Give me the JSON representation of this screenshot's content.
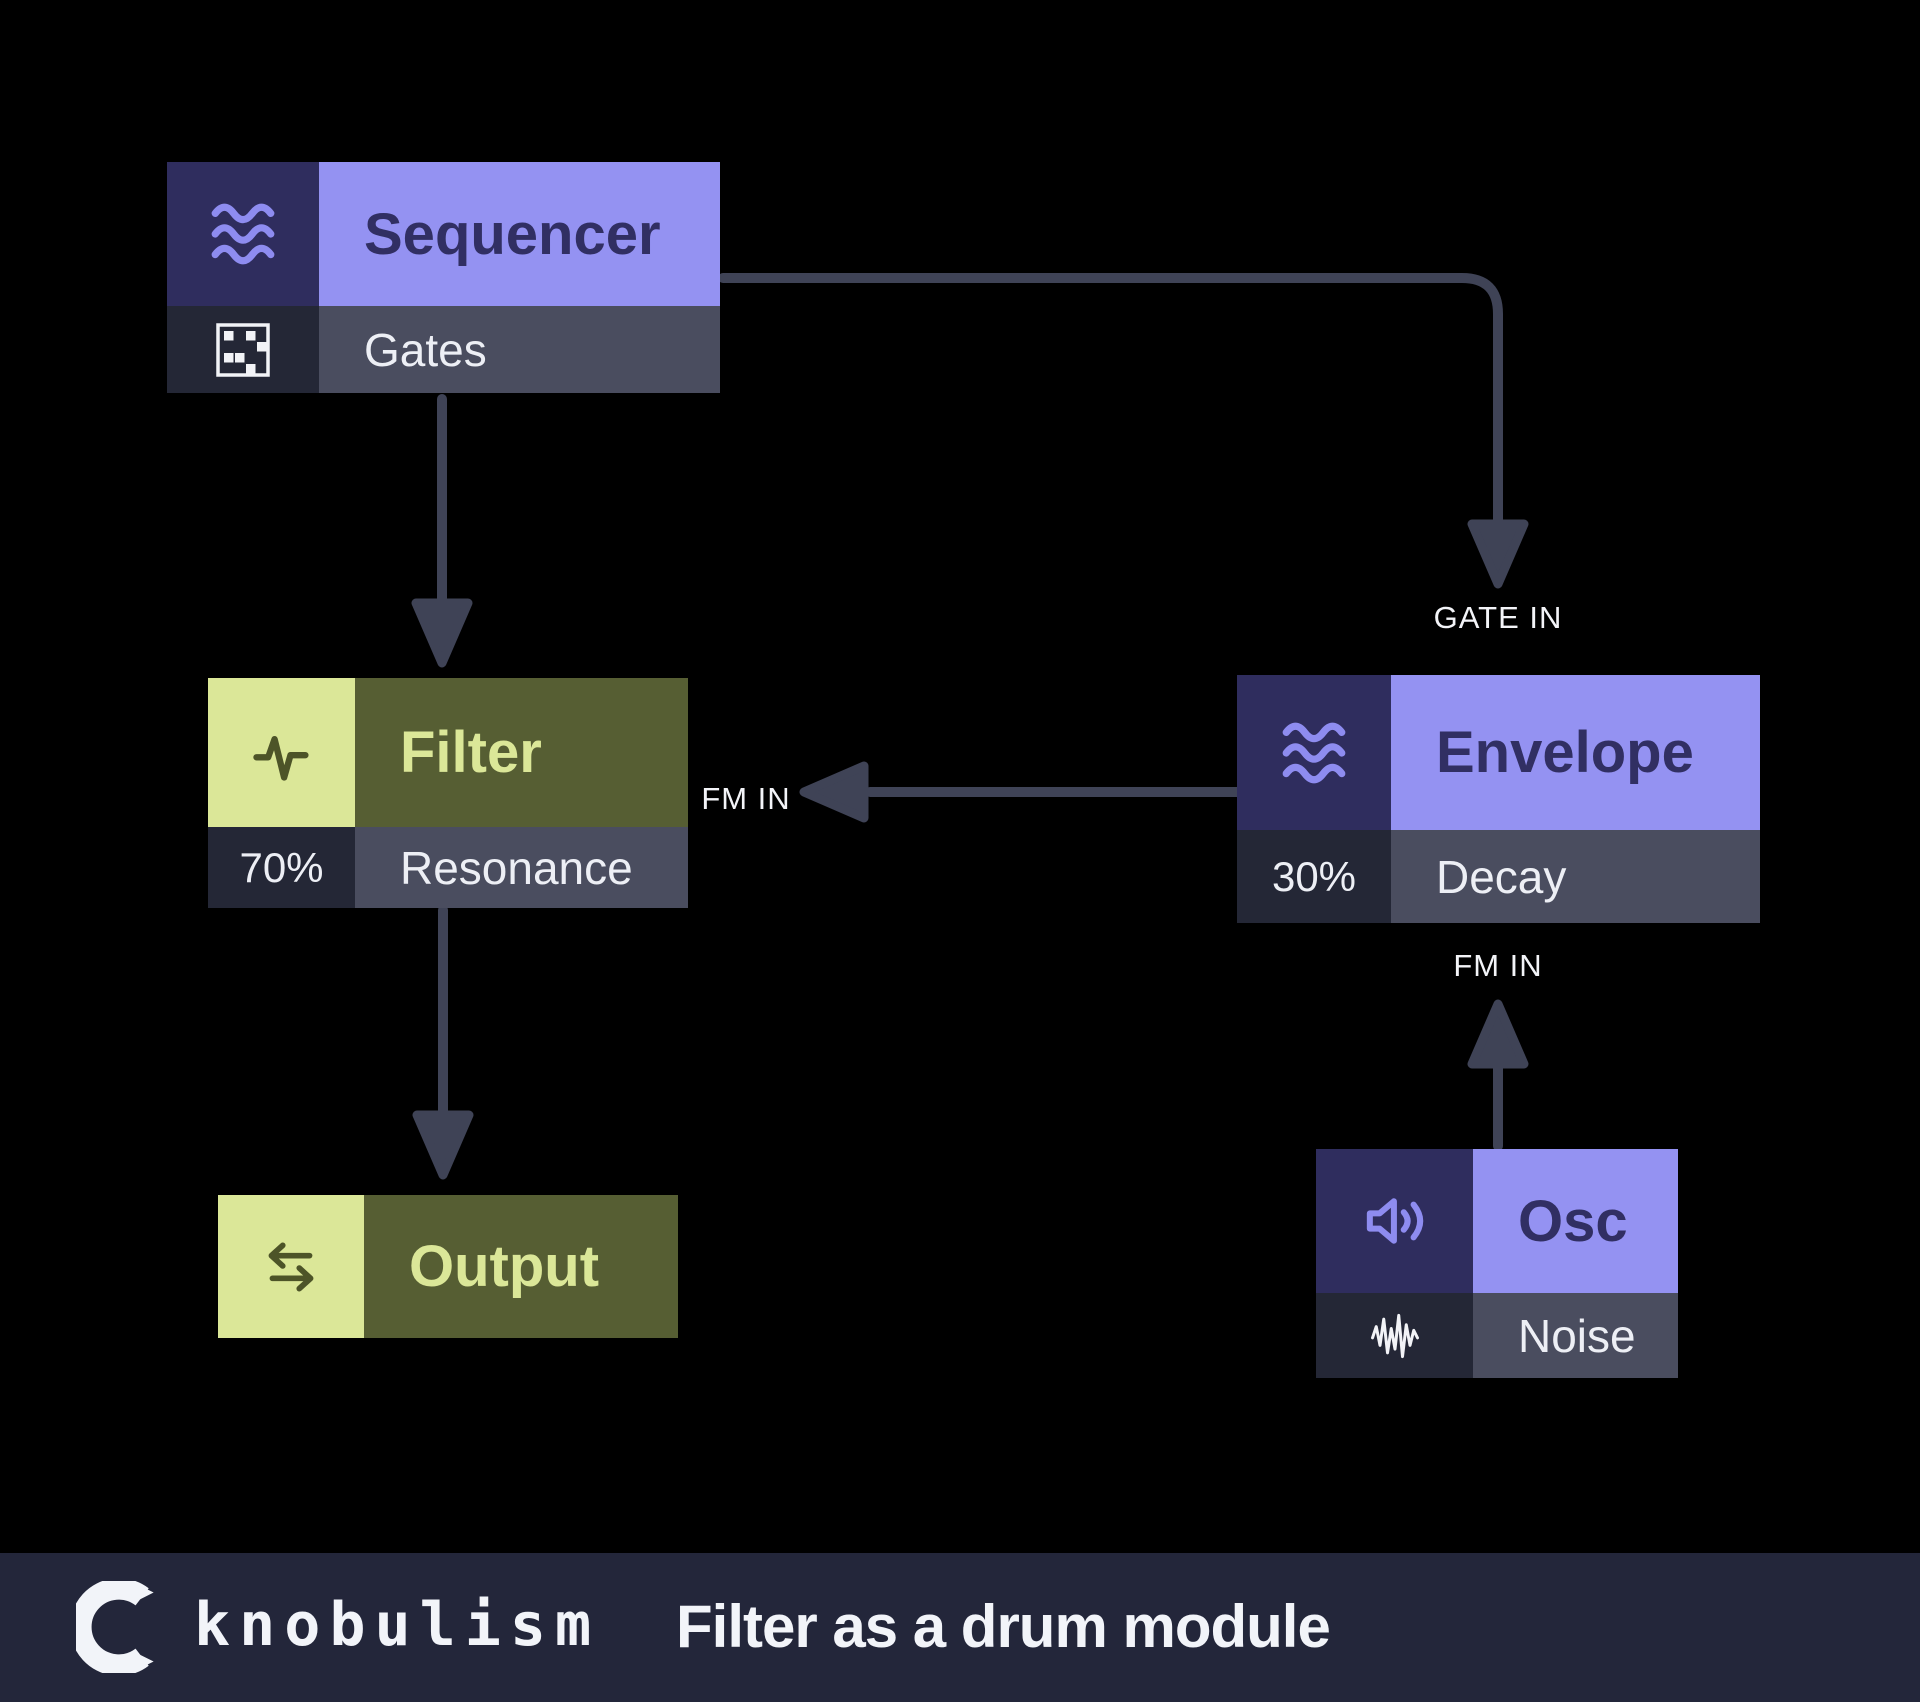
{
  "colors": {
    "background": "#000000",
    "periwinkle_header": "#9492f2",
    "navy_icon_cell": "#2f2d5e",
    "navy_title_text": "#312f63",
    "periwinkle_icon": "#8e8cf0",
    "light_green": "#dbe798",
    "olive": "#565e33",
    "olive_icon": "#4d5428",
    "sub_row_dark_cell": "#242736",
    "sub_row_gray_cell": "#4a4d5f",
    "sub_row_text": "#edeff5",
    "arrow": "#3f4356",
    "footer_background": "#23263a"
  },
  "nodes": {
    "sequencer": {
      "title": "Sequencer",
      "output_label": "Gates"
    },
    "filter": {
      "title": "Filter",
      "param_value": "70%",
      "param_label": "Resonance"
    },
    "envelope": {
      "title": "Envelope",
      "param_value": "30%",
      "param_label": "Decay"
    },
    "osc": {
      "title": "Osc",
      "output_label": "Noise"
    },
    "output": {
      "title": "Output"
    }
  },
  "port_labels": {
    "envelope_gate_in": "GATE IN",
    "filter_fm_in": "FM IN",
    "envelope_fm_in": "FM IN"
  },
  "connections": [
    "Sequencer -> Envelope (GATE IN)",
    "Sequencer -> Filter",
    "Envelope -> Filter (FM IN)",
    "Osc -> Envelope (FM IN)",
    "Filter -> Output"
  ],
  "footer": {
    "brand": "knobulism",
    "caption": "Filter as a drum module"
  }
}
